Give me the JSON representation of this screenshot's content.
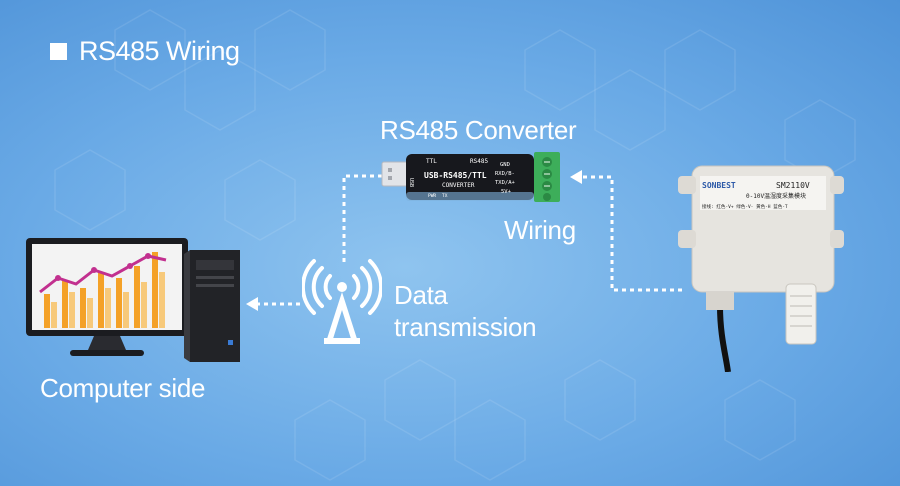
{
  "section_title": "RS485 Wiring",
  "labels": {
    "converter": "RS485 Converter",
    "wiring": "Wiring",
    "data_transmission_line1": "Data",
    "data_transmission_line2": "transmission",
    "computer_side": "Computer side"
  },
  "converter_device": {
    "top_left": "TTL",
    "top_right": "RS485",
    "model": "USB-RS485/TTL",
    "sub": "CONVERTER",
    "usb_label": "USB",
    "led1": "PWR",
    "led2": "TX",
    "pins": [
      "GND",
      "RXD/B-",
      "TXD/A+",
      "5V+"
    ]
  },
  "sensor_device": {
    "brand": "SONBEST",
    "model": "SM2110V",
    "subtitle": "0-10V温湿度采集模块",
    "wiring_note": "接线: 红色-V+ 绿色-V- 黄色-H 蓝色-T"
  },
  "colors": {
    "background": "#6aaae6",
    "text": "#ffffff",
    "connector_green": "#3dae5a"
  }
}
